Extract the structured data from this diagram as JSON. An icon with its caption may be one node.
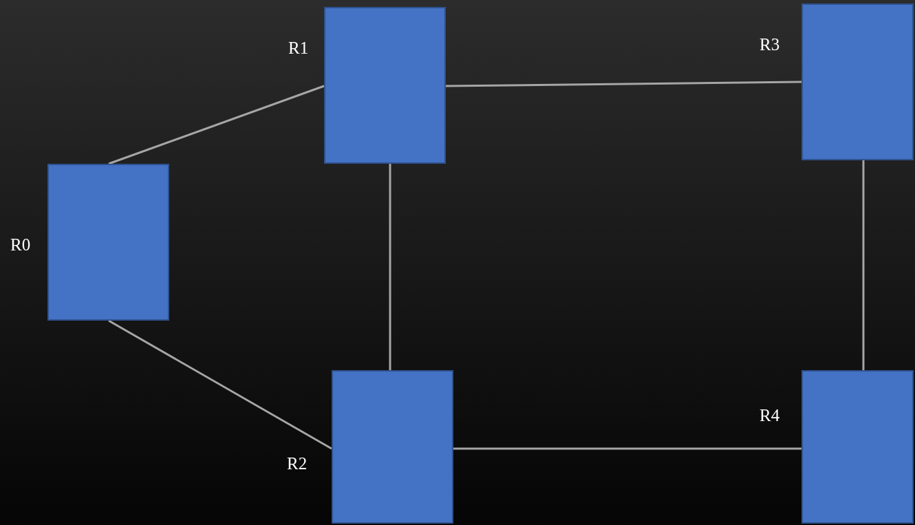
{
  "diagram": {
    "nodes": [
      {
        "text": [
          "R0"
        ]
      },
      {
        "text": [
          "R1"
        ]
      },
      {
        "text": [
          "R2"
        ]
      },
      {
        "text": [
          "R3"
        ]
      },
      {
        "text": [
          "R4"
        ]
      }
    ],
    "edges": [
      {
        "from": 0,
        "to": 1,
        "arrow": "none"
      },
      {
        "from": 0,
        "to": 2,
        "arrow": "none"
      },
      {
        "from": 1,
        "to": 3,
        "arrow": "none"
      },
      {
        "from": 1,
        "to": 2,
        "arrow": "none"
      },
      {
        "from": 3,
        "to": 4,
        "arrow": "none"
      },
      {
        "from": 2,
        "to": 4,
        "arrow": "none"
      }
    ]
  }
}
